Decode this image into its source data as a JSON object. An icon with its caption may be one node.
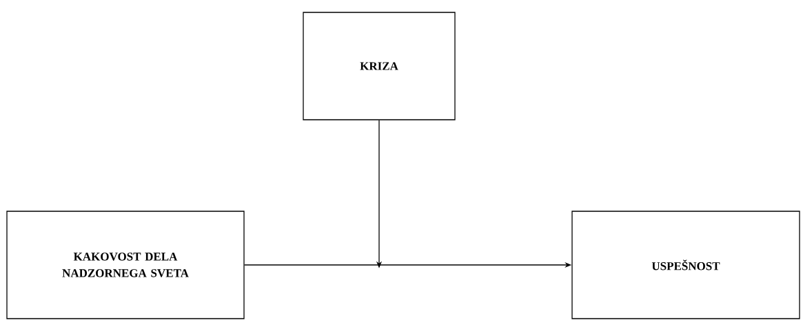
{
  "diagram": {
    "nodes": [
      {
        "text": [
          "KRIZA"
        ]
      },
      {
        "text": [
          "KAKOVOST DELA NADZORNEGA SVETA"
        ]
      },
      {
        "text": [
          "USPEŠNOST"
        ]
      }
    ],
    "edges": [
      {
        "from": 1,
        "to": 2,
        "arrow": "to"
      },
      {
        "from": 0,
        "to": null,
        "arrow": "to"
      }
    ]
  }
}
